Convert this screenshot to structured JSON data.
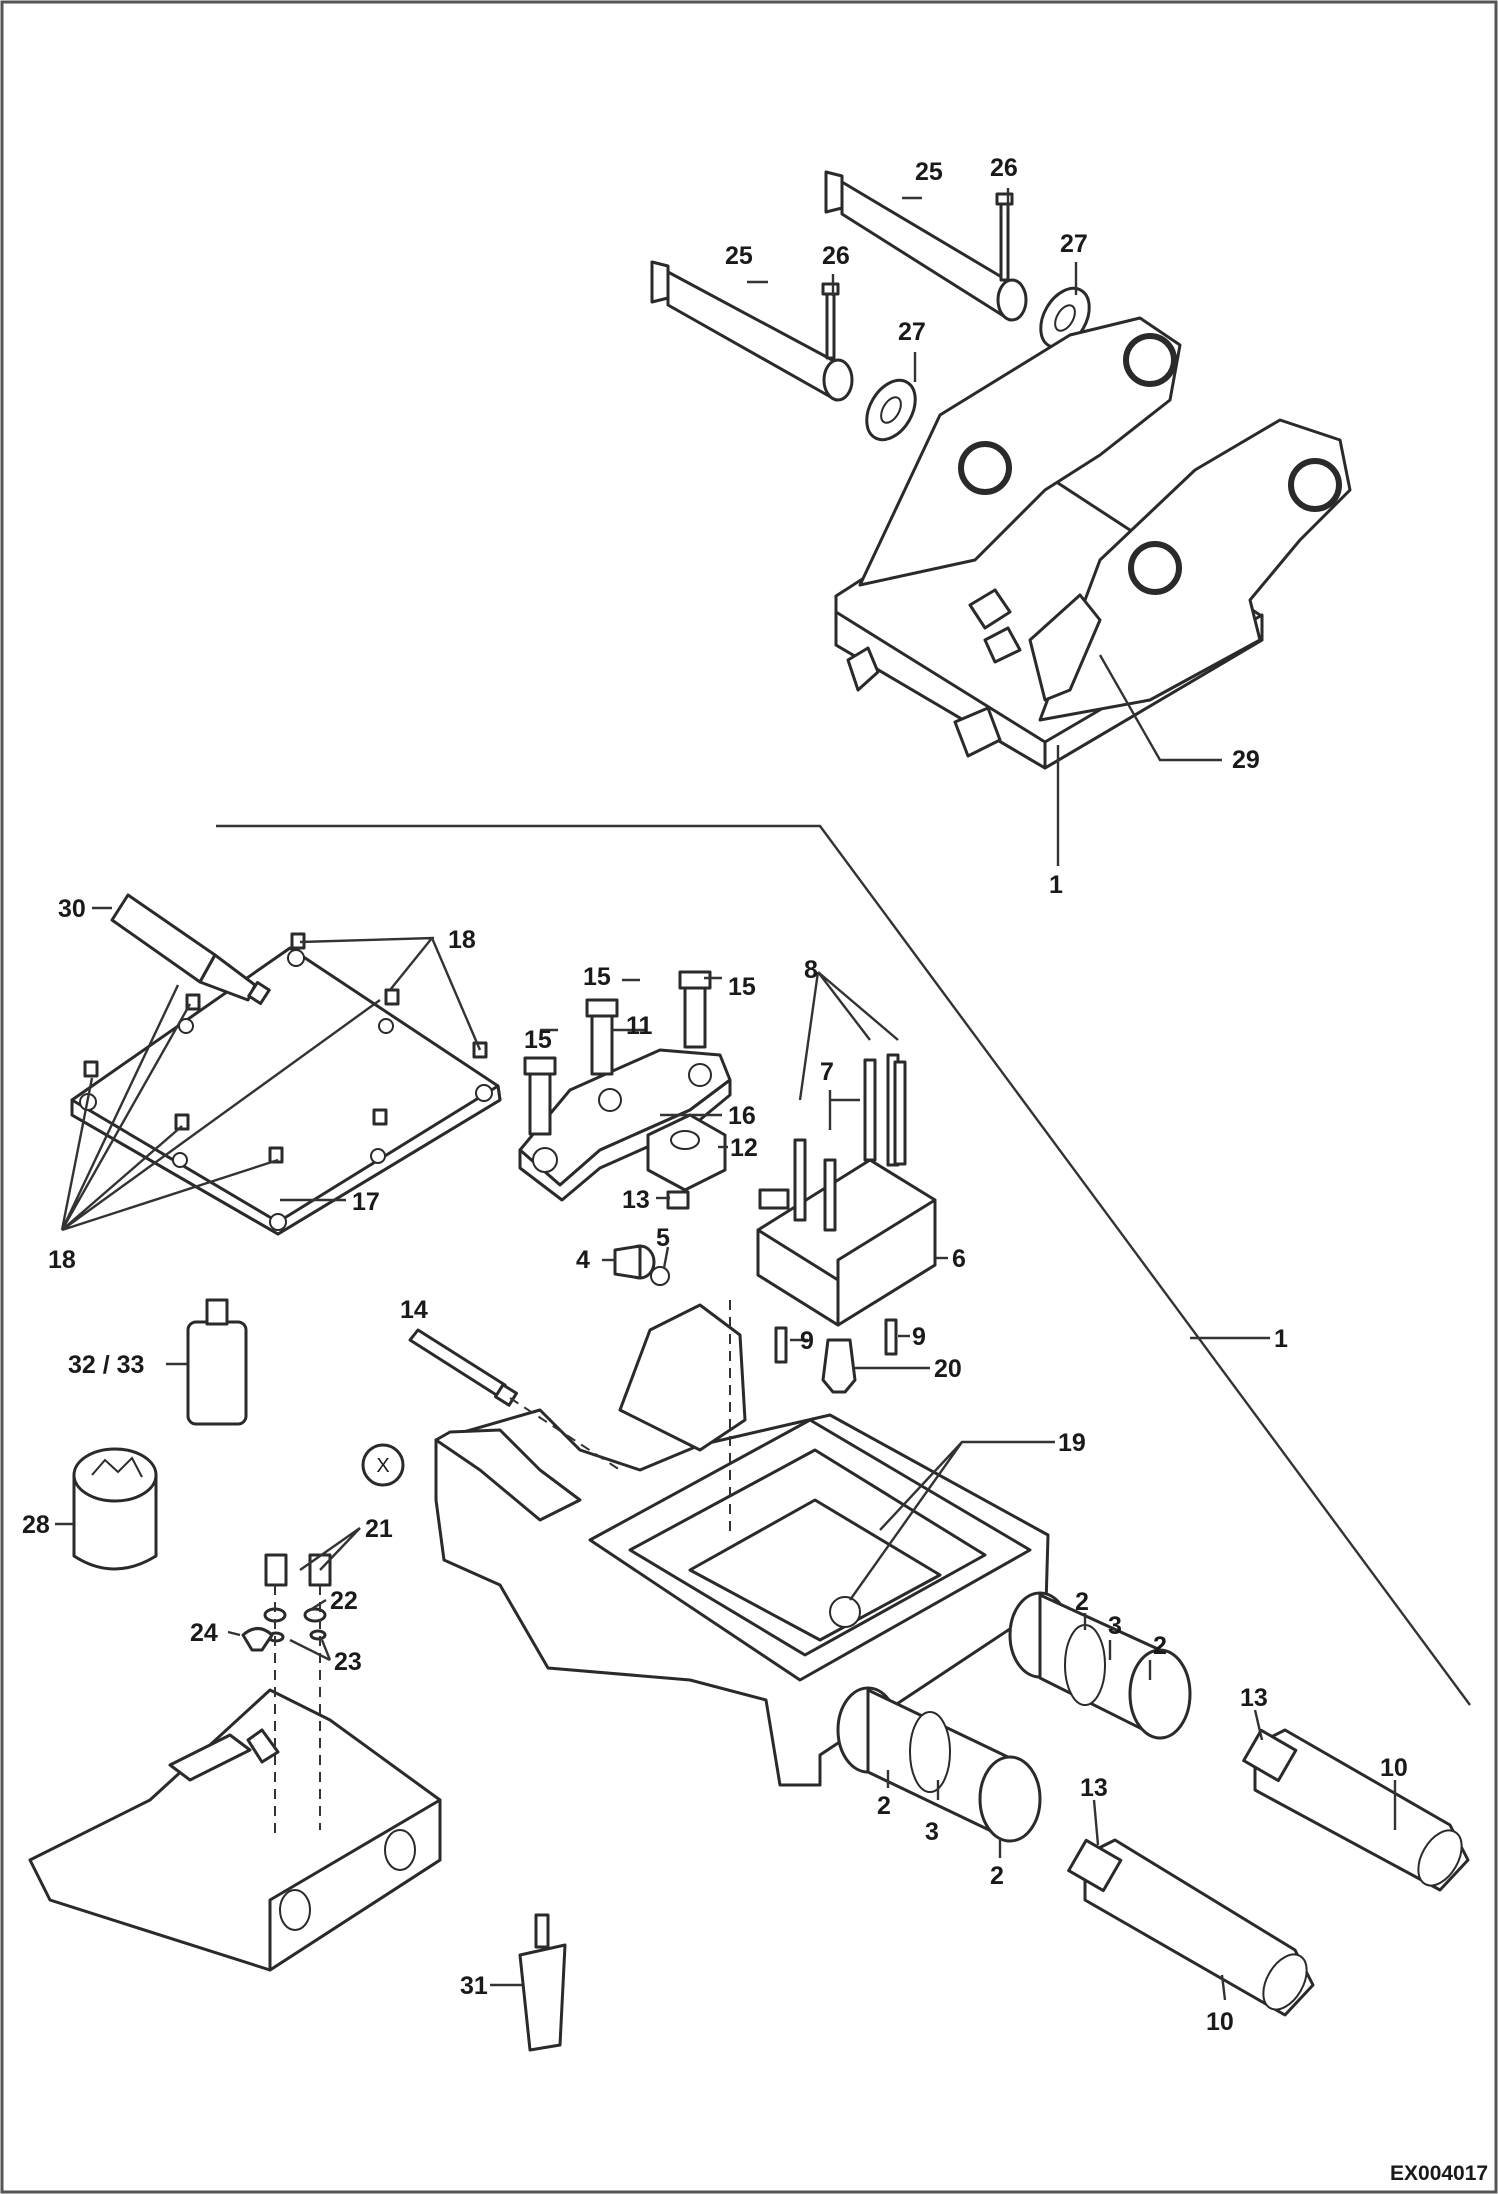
{
  "figure_id": "EX004017",
  "detail_marker": "X",
  "callouts": {
    "c25a": "25",
    "c26a": "26",
    "c27a": "27",
    "c25b": "25",
    "c26b": "26",
    "c27b": "27",
    "c29": "29",
    "c1top": "1",
    "c30": "30",
    "c18top": "18",
    "c18bot": "18",
    "c17": "17",
    "c15a": "15",
    "c15b": "15",
    "c15c": "15",
    "c11": "11",
    "c16": "16",
    "c12": "12",
    "c13a": "13",
    "c8": "8",
    "c7": "7",
    "c6": "6",
    "c4": "4",
    "c5": "5",
    "c9a": "9",
    "c9b": "9",
    "c20": "20",
    "c14": "14",
    "c1mid": "1",
    "c32": "32 / 33",
    "c28": "28",
    "c19": "19",
    "c21": "21",
    "c22": "22",
    "c23": "23",
    "c24": "24",
    "c2a": "2",
    "c3a": "3",
    "c2b": "2",
    "c2c": "2",
    "c3b": "3",
    "c2d": "2",
    "c13b": "13",
    "c10a": "10",
    "c13c": "13",
    "c10b": "10",
    "c31": "31"
  }
}
